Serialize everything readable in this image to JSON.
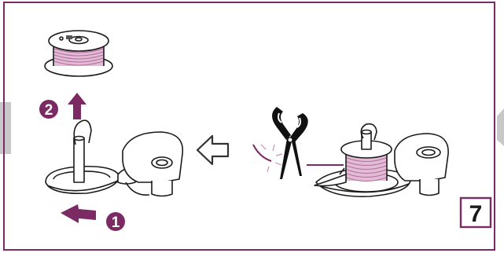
{
  "step": {
    "number": "7"
  },
  "markers": {
    "first": "1",
    "second": "2"
  },
  "colors": {
    "frame": "#7b2a63",
    "accent": "#7b2a63",
    "thread": "#c98fb6",
    "line": "#1a1a1a",
    "side_tab": "#c8c8c8",
    "outline_arrow": "#333333"
  },
  "icons": {
    "scissors": "scissors-icon",
    "direction_arrow": "outline-left-arrow-icon",
    "up_arrow": "up-arrow-icon",
    "left_arrow": "left-arrow-icon"
  }
}
